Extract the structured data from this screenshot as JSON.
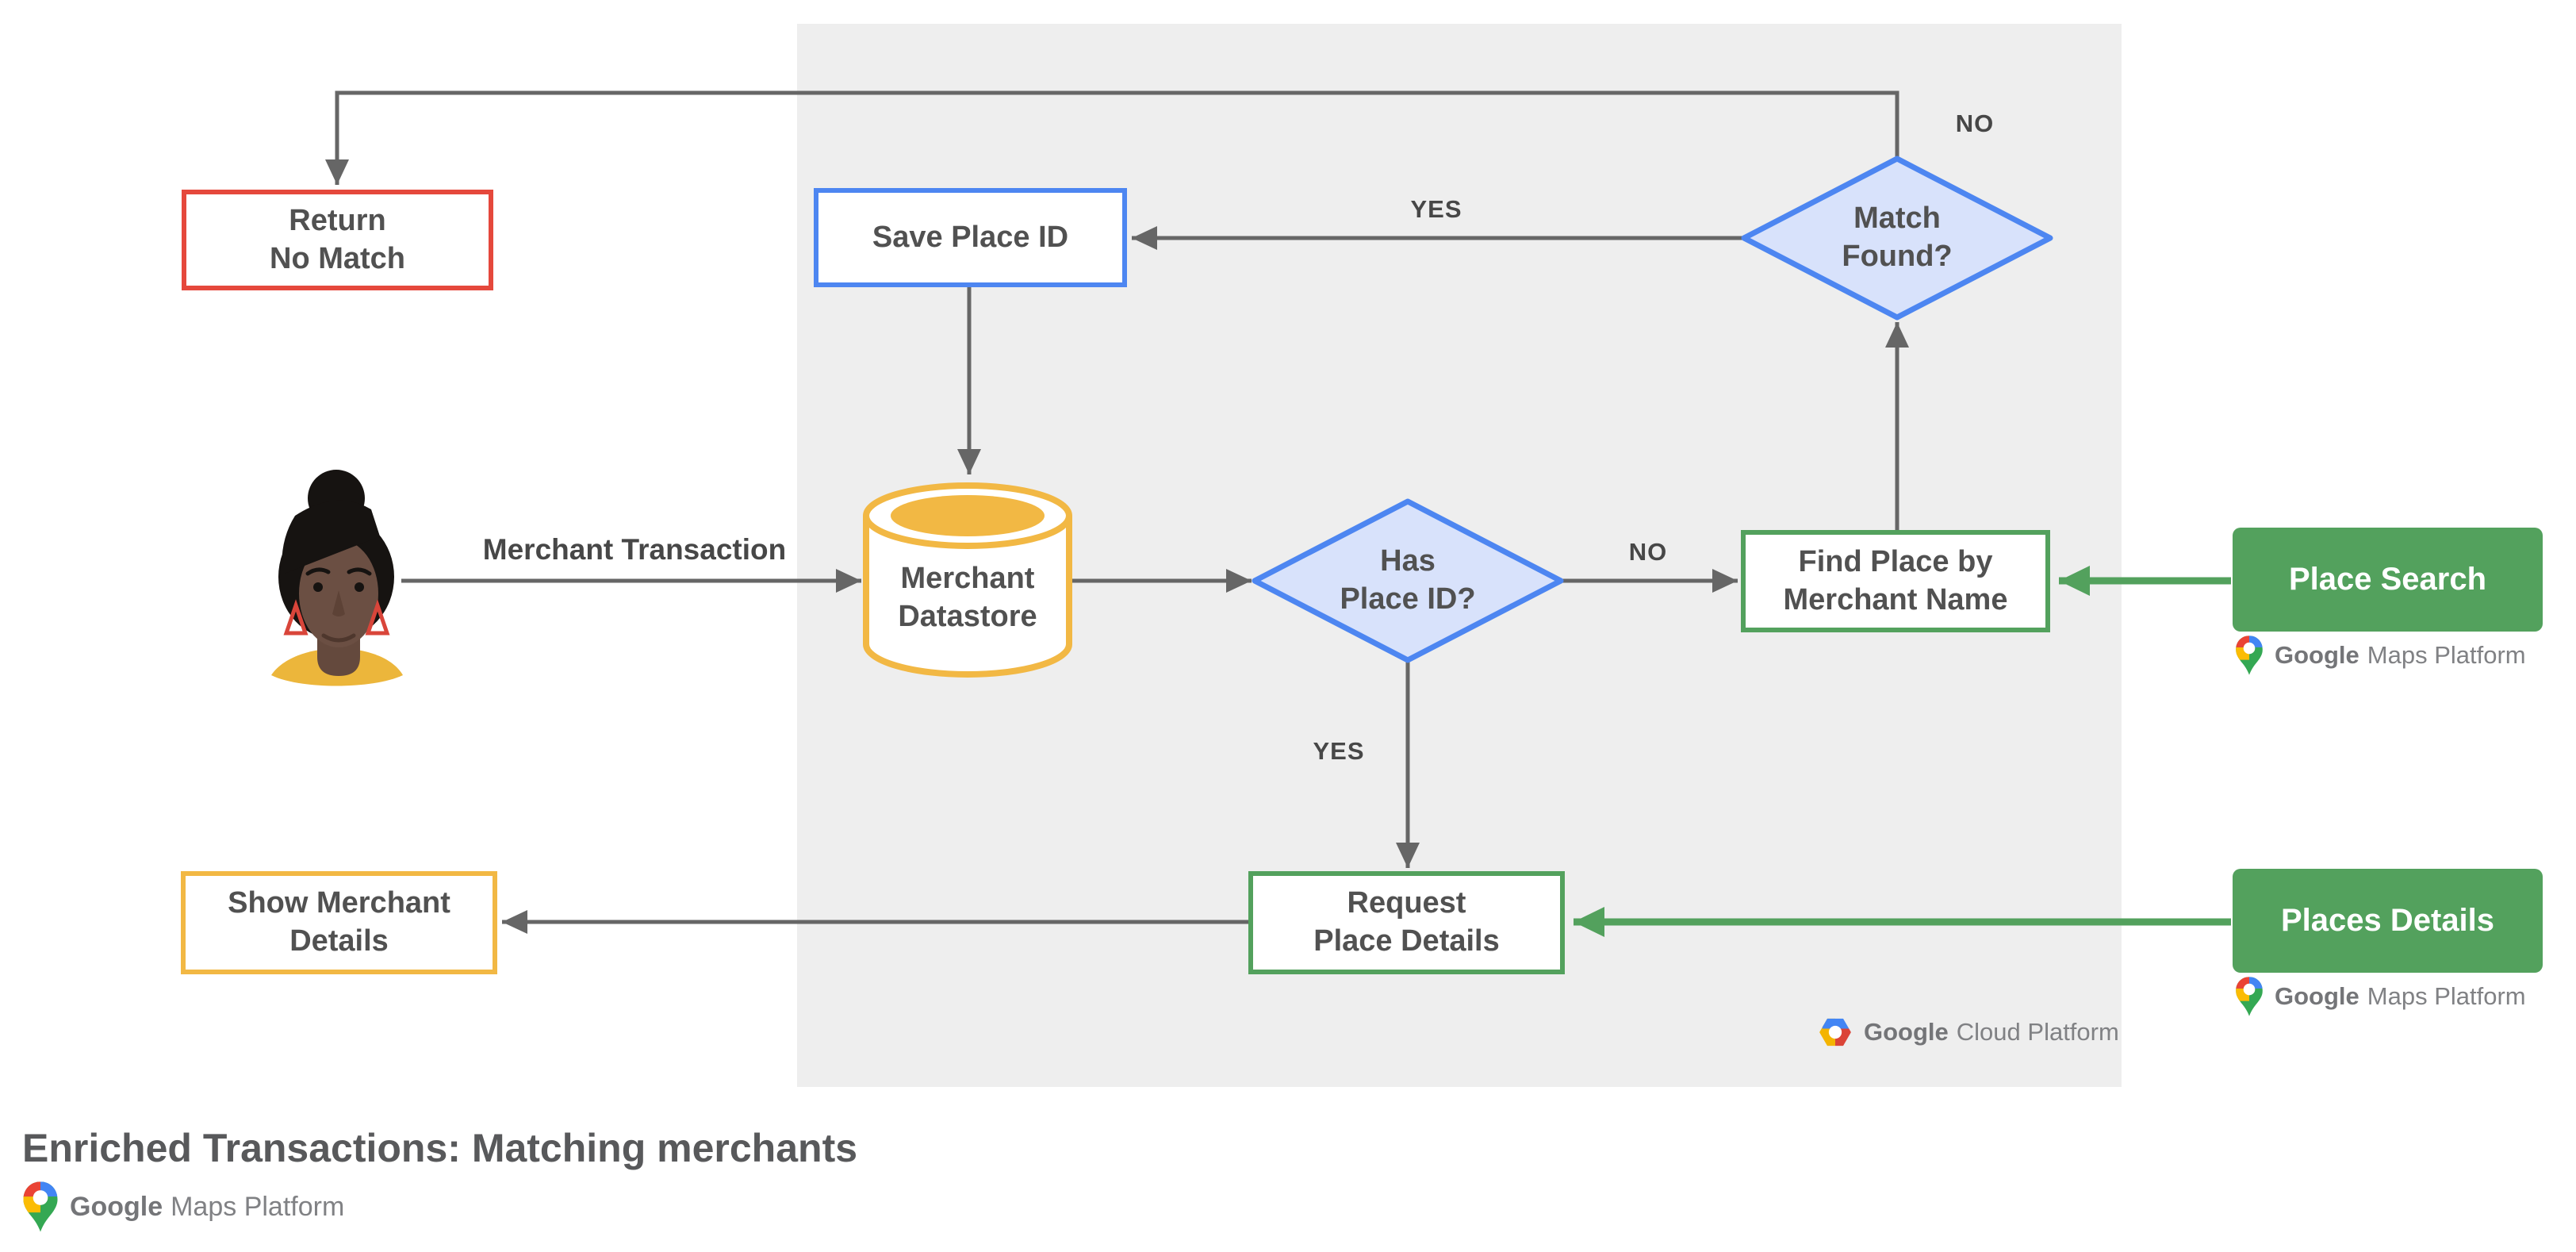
{
  "title": "Enriched Transactions: Matching merchants",
  "nodes": {
    "return_no_match": {
      "label": "Return\nNo Match"
    },
    "save_place_id": {
      "label": "Save Place ID"
    },
    "match_found": {
      "label": "Match\nFound?"
    },
    "merchant_datastore": {
      "label": "Merchant\nDatastore"
    },
    "has_place_id": {
      "label": "Has\nPlace ID?"
    },
    "find_place_by_merchant_name": {
      "label": "Find Place by\nMerchant Name"
    },
    "request_place_details": {
      "label": "Request\nPlace Details"
    },
    "show_merchant_details": {
      "label": "Show Merchant\nDetails"
    }
  },
  "api_nodes": {
    "place_search": {
      "label": "Place Search"
    },
    "places_details": {
      "label": "Places Details"
    }
  },
  "edge_labels": {
    "merchant_transaction": "Merchant Transaction",
    "match_found_yes": "YES",
    "match_found_no": "NO",
    "has_place_id_no": "NO",
    "has_place_id_yes": "YES"
  },
  "logos": {
    "google_cloud_platform": {
      "google": "Google",
      "rest": "Cloud Platform"
    },
    "google_maps_platform": {
      "google": "Google",
      "rest": "Maps Platform"
    }
  },
  "colors": {
    "red": "#E5483C",
    "blue": "#4D86F1",
    "blue_fill": "#D8E2FB",
    "yellow": "#F2B844",
    "green": "#53A15D",
    "line": "#666666",
    "panel": "#EEEEEE",
    "text": "#515151",
    "google_blue": "#4285F4",
    "google_red": "#EA4335",
    "google_yellow": "#FBBC04",
    "google_green": "#34A853"
  }
}
